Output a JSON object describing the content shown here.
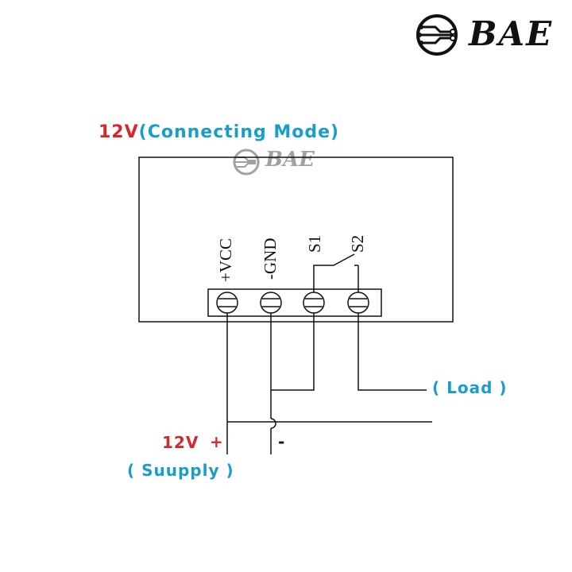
{
  "logo": {
    "text": "BAE",
    "watermark_text": "BAE"
  },
  "title": {
    "voltage": "12V",
    "mode": "(Connecting  Mode)"
  },
  "terminals": [
    {
      "label": "+VCC"
    },
    {
      "label": "-GND"
    },
    {
      "label": "S1"
    },
    {
      "label": "S2"
    }
  ],
  "load_label": "( Load )",
  "supply": {
    "voltage": "12V",
    "plus": "+",
    "minus": "-",
    "label": "( Suupply )"
  },
  "colors": {
    "red": "#d7262c",
    "cyan": "#1a9ec9",
    "line": "#111111"
  }
}
